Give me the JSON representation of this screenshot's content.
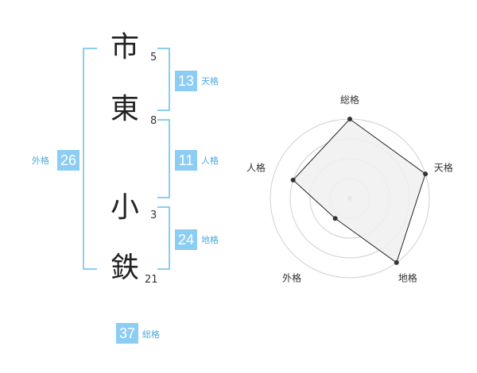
{
  "characters": [
    {
      "char": "市",
      "strokes": "5"
    },
    {
      "char": "東",
      "strokes": "8"
    },
    {
      "char": "小",
      "strokes": "3"
    },
    {
      "char": "鉄",
      "strokes": "21"
    }
  ],
  "scores": {
    "tenkaku": {
      "label": "天格",
      "value": "13"
    },
    "jinkaku": {
      "label": "人格",
      "value": "11"
    },
    "chikaku": {
      "label": "地格",
      "value": "24"
    },
    "gaikaku": {
      "label": "外格",
      "value": "26"
    },
    "soukaku": {
      "label": "総格",
      "value": "37"
    }
  },
  "chart_data": {
    "type": "radar",
    "axes": [
      "総格",
      "天格",
      "地格",
      "外格",
      "人格"
    ],
    "levels": 4,
    "values": [
      4.0,
      4.0,
      4.0,
      1.25,
      3.0
    ],
    "max": 4,
    "colors": {
      "fill": "#f0f0f0",
      "line": "#222222",
      "grid": "#d0d0d0",
      "center": "#bbbbbb"
    }
  }
}
